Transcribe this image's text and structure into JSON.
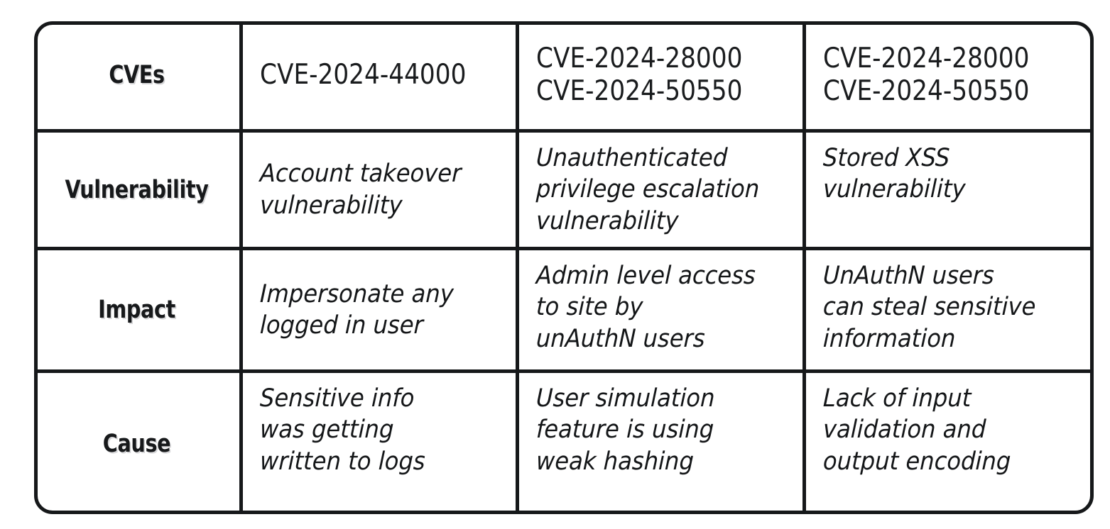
{
  "table": {
    "columns": [
      {
        "key": "label",
        "name": "row-label-column"
      },
      {
        "key": "col1",
        "name": "cve-44000-column"
      },
      {
        "key": "col2",
        "name": "cve-28000-50550-column-a"
      },
      {
        "key": "col3",
        "name": "cve-28000-50550-column-b"
      }
    ],
    "rows": [
      {
        "label": "CVEs",
        "style": "cve",
        "col1": [
          "CVE-2024-44000"
        ],
        "col2": [
          "CVE-2024-28000",
          "CVE-2024-50550"
        ],
        "col3": [
          "CVE-2024-28000",
          "CVE-2024-50550"
        ]
      },
      {
        "label": "Vulnerability",
        "style": "hand",
        "col1": [
          "Account takeover",
          "vulnerability"
        ],
        "col2": [
          "Unauthenticated",
          "privilege escalation",
          "vulnerability"
        ],
        "col3": [
          "Stored XSS",
          "vulnerability"
        ]
      },
      {
        "label": "Impact",
        "style": "hand",
        "col1": [
          "Impersonate any",
          "logged in user"
        ],
        "col2": [
          "Admin level access",
          "to site by",
          "unAuthN users"
        ],
        "col3": [
          "UnAuthN users",
          "can steal sensitive",
          "information"
        ]
      },
      {
        "label": "Cause",
        "style": "hand",
        "col1": [
          "Sensitive info",
          "was getting",
          "written to logs"
        ],
        "col2": [
          "User simulation",
          "feature is using",
          "weak hashing"
        ],
        "col3": [
          "Lack of input",
          "validation and",
          "output encoding"
        ]
      }
    ]
  },
  "colors": {
    "border": "#16181a",
    "text": "#141618",
    "background": "#ffffff"
  }
}
